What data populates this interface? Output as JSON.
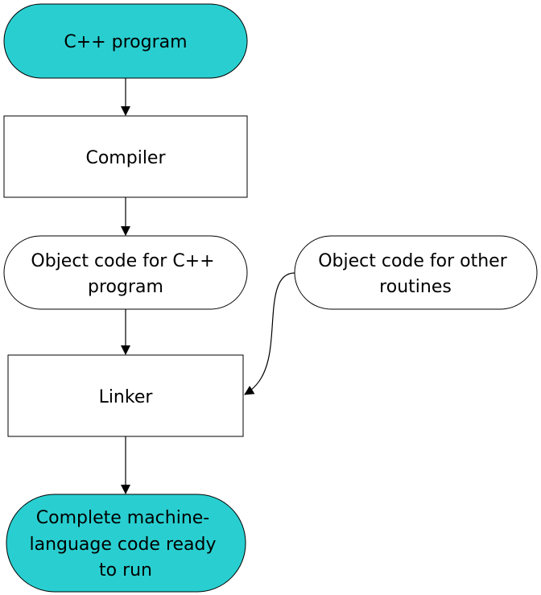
{
  "colors": {
    "terminal_fill": "#29cfd0",
    "plain_fill": "#ffffff",
    "stroke": "#000000"
  },
  "nodes": {
    "cpp_program": {
      "lines": [
        "C++ program"
      ]
    },
    "compiler": {
      "lines": [
        "Compiler"
      ]
    },
    "object_code_cpp": {
      "lines": [
        "Object code for C++",
        "program"
      ]
    },
    "object_code_other": {
      "lines": [
        "Object code for other",
        "routines"
      ]
    },
    "linker": {
      "lines": [
        "Linker"
      ]
    },
    "complete_code": {
      "lines": [
        "Complete machine-",
        "language code ready",
        "to run"
      ]
    }
  }
}
